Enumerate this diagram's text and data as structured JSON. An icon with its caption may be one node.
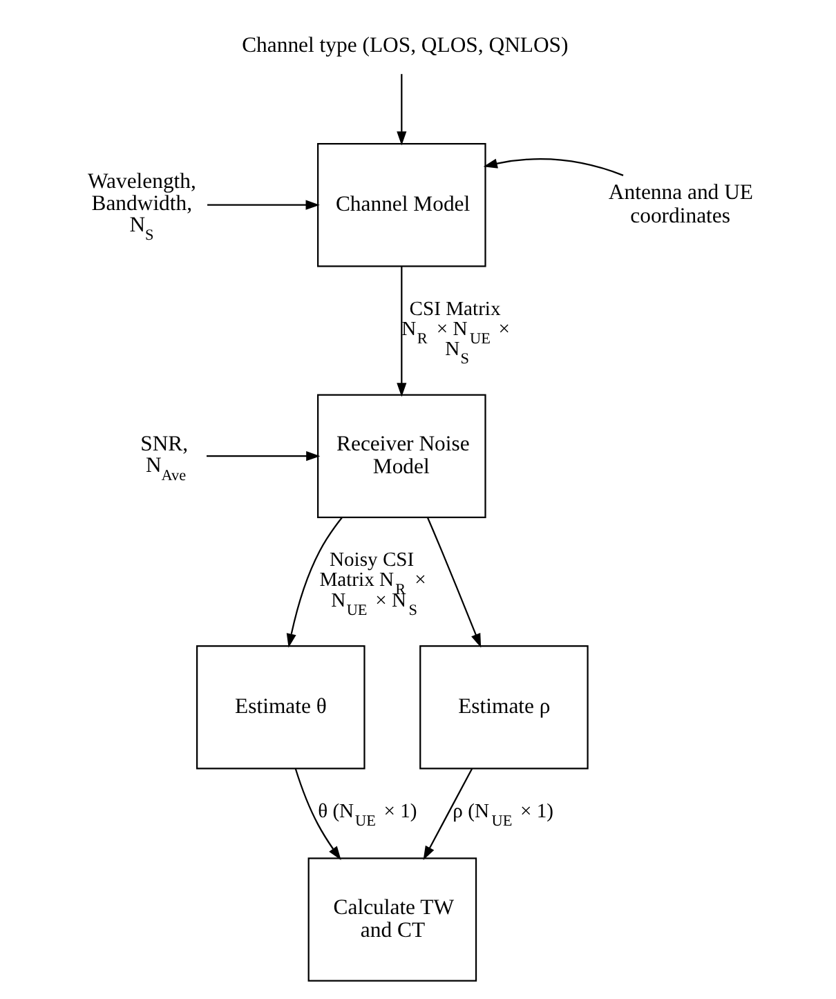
{
  "diagram": {
    "nodes": [
      {
        "text": [
          "Channel type (LOS, QLOS, QNLOS)"
        ]
      },
      {
        "text": [
          "Channel Model"
        ]
      },
      {
        "text": [
          "Wavelength, Bandwidth, N$_{S}$"
        ]
      },
      {
        "text": [
          "Antenna and UE coordinates"
        ]
      },
      {
        "text": [
          "Receiver Noise Model"
        ]
      },
      {
        "text": [
          "SNR, N$_{Ave}$"
        ]
      },
      {
        "text": [
          "Estimate θ"
        ]
      },
      {
        "text": [
          "Estimate ρ"
        ]
      },
      {
        "text": [
          "Calculate TW and CT"
        ]
      }
    ],
    "edges": [
      {
        "from": 0,
        "to": 1,
        "arrow": "to"
      },
      {
        "from": 2,
        "to": 1,
        "arrow": "to"
      },
      {
        "from": 3,
        "to": 1,
        "arrow": "to"
      },
      {
        "from": 1,
        "to": 4,
        "arrow": "to",
        "label": "CSI Matrix N$_{R}$ × N$_{UE}$ × N$_{S}$"
      },
      {
        "from": 5,
        "to": 4,
        "arrow": "to"
      },
      {
        "from": 4,
        "to": 6,
        "arrow": "to",
        "label": "Noisy CSI Matrix N$_{R}$ × N$_{UE}$ × N$_{S}$"
      },
      {
        "from": 4,
        "to": 7,
        "arrow": "to"
      },
      {
        "from": 6,
        "to": 8,
        "arrow": "to",
        "label": "θ (N$_{UE}$ × 1)"
      },
      {
        "from": 7,
        "to": 8,
        "arrow": "to",
        "label": "ρ (N$_{UE}$ × 1)"
      }
    ]
  }
}
